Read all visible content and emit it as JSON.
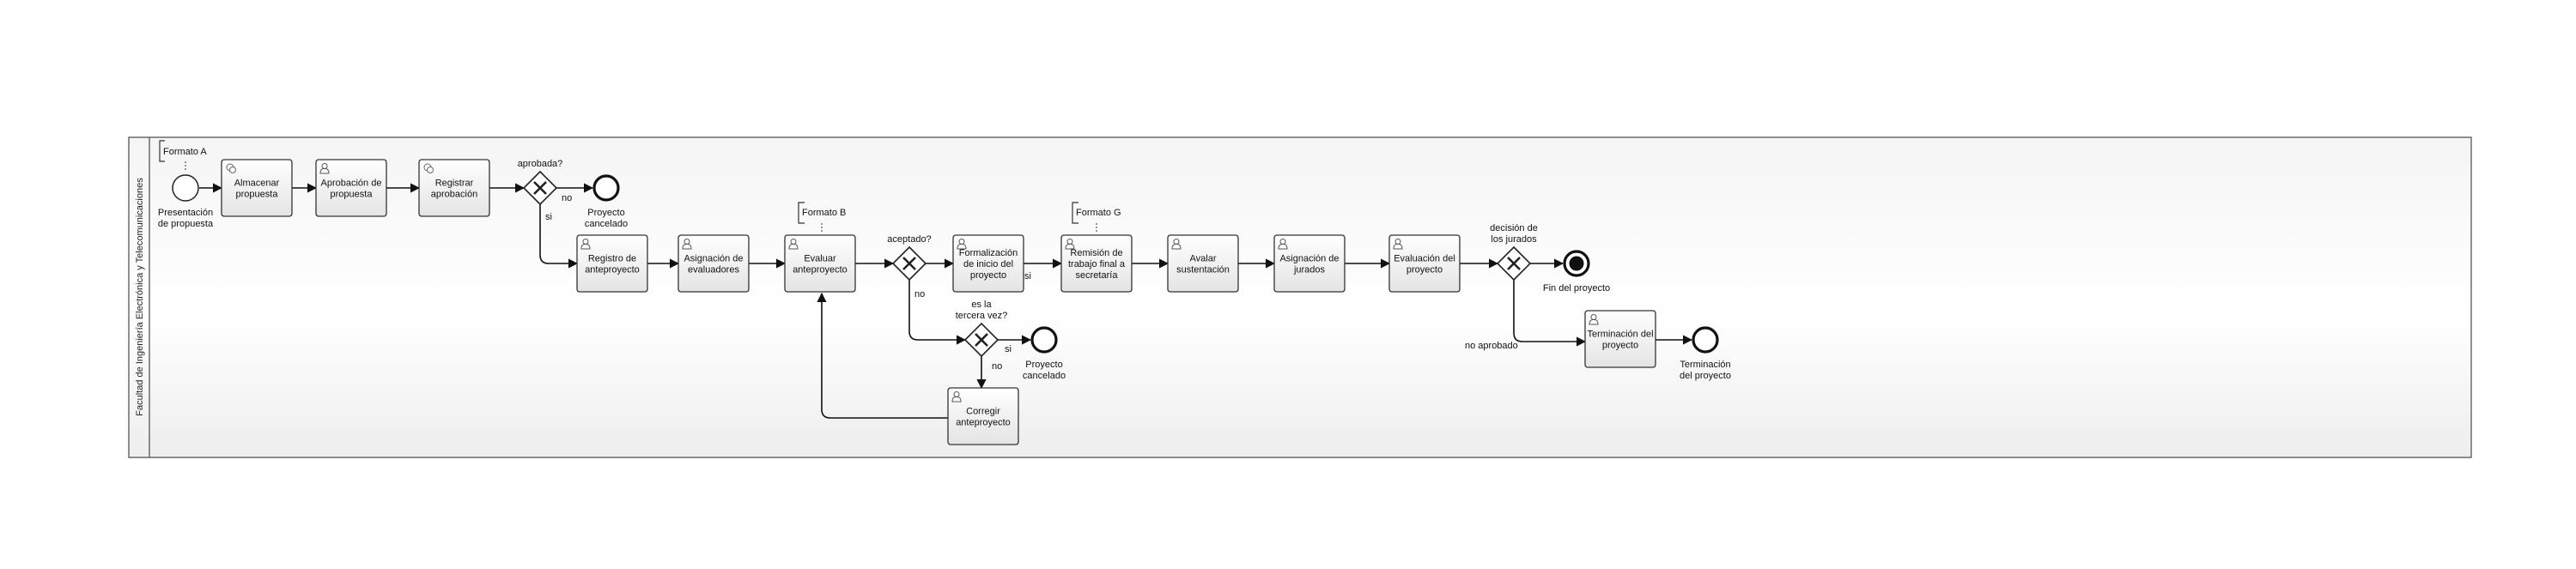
{
  "pool": {
    "label": "Facultad de Ingeniería Electrónica y Telecomunicaciones"
  },
  "annotations": [
    {
      "id": "ann-a",
      "text": "Formato A"
    },
    {
      "id": "ann-b",
      "text": "Formato B"
    },
    {
      "id": "ann-g",
      "text": "Formato G"
    }
  ],
  "events": [
    {
      "id": "ev-start",
      "kind": "start",
      "label": [
        "Presentación",
        "de propuesta"
      ]
    },
    {
      "id": "ev-cancel1",
      "kind": "end",
      "label": [
        "Proyecto",
        "cancelado"
      ]
    },
    {
      "id": "ev-cancel2",
      "kind": "end",
      "label": [
        "Proyecto",
        "cancelado"
      ]
    },
    {
      "id": "ev-fin",
      "kind": "end-terminate",
      "label": [
        "Fin del proyecto"
      ]
    },
    {
      "id": "ev-term",
      "kind": "end",
      "label": [
        "Terminación",
        "del proyecto"
      ]
    }
  ],
  "tasks": [
    {
      "id": "t-almacenar",
      "icon": "service",
      "label": [
        "Almacenar",
        "propuesta"
      ]
    },
    {
      "id": "t-aprob",
      "icon": "user",
      "label": [
        "Aprobación de",
        "propuesta"
      ]
    },
    {
      "id": "t-registrar",
      "icon": "service",
      "label": [
        "Registrar",
        "aprobación"
      ]
    },
    {
      "id": "t-registro",
      "icon": "user",
      "label": [
        "Registro de",
        "anteproyecto"
      ]
    },
    {
      "id": "t-asig-eval",
      "icon": "user",
      "label": [
        "Asignación de",
        "evaluadores"
      ]
    },
    {
      "id": "t-evaluar",
      "icon": "user",
      "label": [
        "Evaluar",
        "anteproyecto"
      ]
    },
    {
      "id": "t-formal",
      "icon": "user",
      "label": [
        "Formalización",
        "de inicio del",
        "proyecto"
      ]
    },
    {
      "id": "t-remision",
      "icon": "user",
      "label": [
        "Remisión de",
        "trabajo final a",
        "secretaría"
      ]
    },
    {
      "id": "t-avalar",
      "icon": "user",
      "label": [
        "Avalar",
        "sustentación"
      ]
    },
    {
      "id": "t-asig-jur",
      "icon": "user",
      "label": [
        "Asignación de",
        "jurados"
      ]
    },
    {
      "id": "t-eval-proy",
      "icon": "user",
      "label": [
        "Evaluación del",
        "proyecto"
      ]
    },
    {
      "id": "t-terminacion",
      "icon": "user",
      "label": [
        "Terminación del",
        "proyecto"
      ]
    },
    {
      "id": "t-corregir",
      "icon": "user",
      "label": [
        "Corregir",
        "anteproyecto"
      ]
    }
  ],
  "gateways": [
    {
      "id": "g-aprobada",
      "label": [
        "aprobada?"
      ]
    },
    {
      "id": "g-aceptado",
      "label": [
        "aceptado?"
      ]
    },
    {
      "id": "g-tercera",
      "label": [
        "es la",
        "tercera vez?"
      ]
    },
    {
      "id": "g-decision",
      "label": [
        "decisión de",
        "los jurados"
      ]
    }
  ],
  "flow_labels": [
    {
      "id": "fl-no-1",
      "text": "no"
    },
    {
      "id": "fl-si-1",
      "text": "si"
    },
    {
      "id": "fl-no-2",
      "text": "no"
    },
    {
      "id": "fl-si-2",
      "text": "si"
    },
    {
      "id": "fl-si-3",
      "text": "si"
    },
    {
      "id": "fl-no-3",
      "text": "no"
    },
    {
      "id": "fl-noaprob",
      "text": "no aprobado"
    }
  ]
}
